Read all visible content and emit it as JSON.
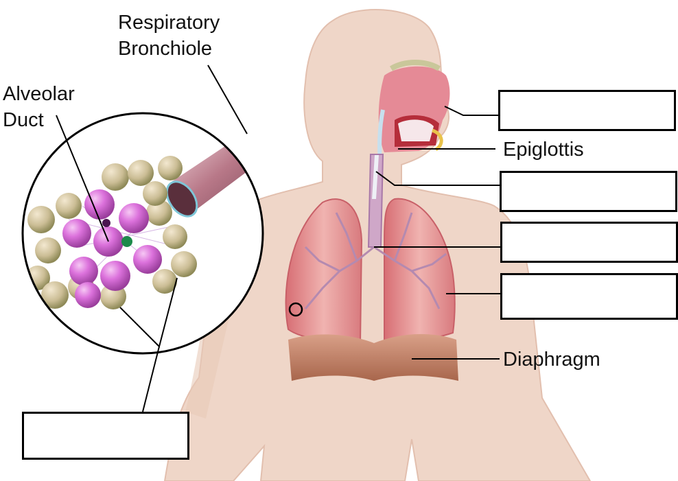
{
  "labels": {
    "respiratory_bronchiole": [
      "Respiratory",
      "Bronchiole"
    ],
    "alveolar_duct": [
      "Alveolar",
      "Duct"
    ],
    "epiglottis": "Epiglottis",
    "diaphragm": "Diaphragm"
  },
  "answer_boxes": [
    {
      "id": "nasal-cavity-answer-box",
      "value": ""
    },
    {
      "id": "trachea-answer-box",
      "value": ""
    },
    {
      "id": "bronchus-answer-box",
      "value": ""
    },
    {
      "id": "lung-answer-box",
      "value": ""
    },
    {
      "id": "alveoli-answer-box",
      "value": ""
    }
  ],
  "colors": {
    "skin": "#ecd0c0",
    "lung": "#e39a9c",
    "diaphragm": "#c98a70",
    "alveolus_pink": "#d86ed8",
    "alveolus_green": "#b7bf8c",
    "bronchiole_tube": "#b7808c",
    "leader_line": "#000000"
  }
}
